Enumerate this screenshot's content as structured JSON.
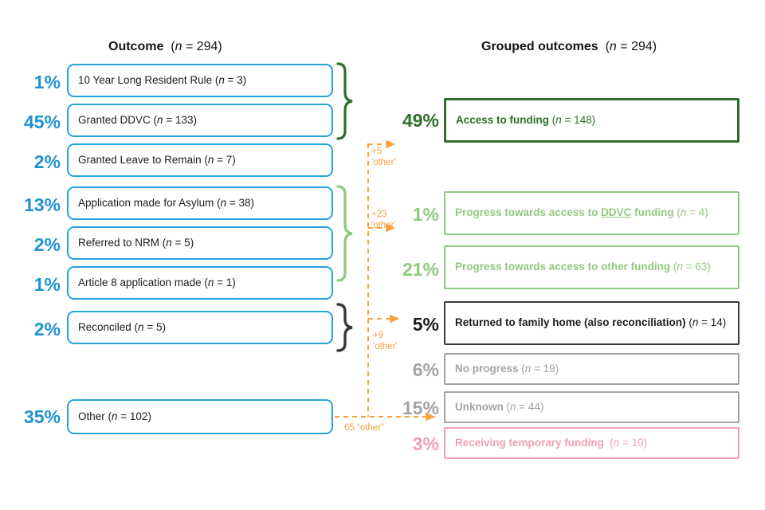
{
  "columns": {
    "left": {
      "title": "Outcome",
      "n_label": "(n = 294)"
    },
    "right": {
      "title": "Grouped outcomes",
      "n_label": "(n = 294)"
    }
  },
  "colors": {
    "outcome_blue": "#27a3dc",
    "dark_green": "#2e6d2a",
    "light_green": "#8fc97f",
    "black": "#3a3a3a",
    "grey": "#a3a3a3",
    "pink": "#eda0b4",
    "orange": "#f9a03f"
  },
  "outcomes": [
    {
      "pct": "1%",
      "label": "10 Year Long Resident Rule",
      "n": "(n = 3)",
      "count": 3,
      "percent": 1
    },
    {
      "pct": "45%",
      "label": "Granted DDVC",
      "n": "(n = 133)",
      "count": 133,
      "percent": 45
    },
    {
      "pct": "2%",
      "label": "Granted Leave to Remain",
      "n": "(n = 7)",
      "count": 7,
      "percent": 2
    },
    {
      "pct": "13%",
      "label": "Application made for Asylum",
      "n": "(n = 38)",
      "count": 38,
      "percent": 13
    },
    {
      "pct": "2%",
      "label": "Referred to NRM",
      "n": "(n = 5)",
      "count": 5,
      "percent": 2
    },
    {
      "pct": "1%",
      "label": "Article 8 application made",
      "n": "(n = 1)",
      "count": 1,
      "percent": 1
    },
    {
      "pct": "2%",
      "label": "Reconciled",
      "n": "(n = 5)",
      "count": 5,
      "percent": 2
    },
    {
      "pct": "35%",
      "label": "Other",
      "n": "(n = 102)",
      "count": 102,
      "percent": 35
    }
  ],
  "grouped": [
    {
      "pct": "49%",
      "label": "Access to funding",
      "n": "(n = 148)",
      "count": 148,
      "percent": 49,
      "theme": "dark-green"
    },
    {
      "pct": "1%",
      "label_pre": "Progress towards access to ",
      "label_underline": "DDVC",
      "label_post": " funding",
      "n": "(n = 4)",
      "count": 4,
      "percent": 1,
      "theme": "light-green"
    },
    {
      "pct": "21%",
      "label": "Progress towards access to other funding",
      "n": "(n = 63)",
      "count": 63,
      "percent": 21,
      "theme": "light-green"
    },
    {
      "pct": "5%",
      "label": "Returned to family home (also reconciliation)",
      "n": "(n = 14)",
      "count": 14,
      "percent": 5,
      "theme": "black"
    },
    {
      "pct": "6%",
      "label": "No progress",
      "n": "(n = 19)",
      "count": 19,
      "percent": 6,
      "theme": "grey"
    },
    {
      "pct": "15%",
      "label": "Unknown",
      "n": "(n = 44)",
      "count": 44,
      "percent": 15,
      "theme": "grey"
    },
    {
      "pct": "3%",
      "label": "Receiving temporary funding",
      "n": "(n = 10)",
      "count": 10,
      "percent": 3,
      "theme": "pink"
    }
  ],
  "annotations": {
    "other_5": {
      "amount": "+5",
      "word": "'other'"
    },
    "other_23": {
      "amount": "+23",
      "word": "'other'"
    },
    "other_9": {
      "amount": "+9",
      "word": "'other'"
    },
    "other_total": "65 “other”"
  },
  "chart_data": {
    "type": "diagram",
    "title": "Outcome to grouped outcomes mapping (n = 294)",
    "total_n": 294,
    "left_column": {
      "title": "Outcome",
      "categories": [
        "10 Year Long Resident Rule",
        "Granted DDVC",
        "Granted Leave to Remain",
        "Application made for Asylum",
        "Referred to NRM",
        "Article 8 application made",
        "Reconciled",
        "Other"
      ],
      "counts": [
        3,
        133,
        7,
        38,
        5,
        1,
        5,
        102
      ],
      "percents": [
        1,
        45,
        2,
        13,
        2,
        1,
        2,
        35
      ]
    },
    "right_column": {
      "title": "Grouped outcomes",
      "categories": [
        "Access to funding",
        "Progress towards access to DDVC funding",
        "Progress towards access to other funding",
        "Returned to family home (also reconciliation)",
        "No progress",
        "Unknown",
        "Receiving temporary funding"
      ],
      "counts": [
        148,
        4,
        63,
        14,
        19,
        44,
        10
      ],
      "percents": [
        49,
        1,
        21,
        5,
        6,
        15,
        3
      ]
    },
    "mappings": [
      {
        "from": [
          "10 Year Long Resident Rule",
          "Granted DDVC",
          "Granted Leave to Remain"
        ],
        "to": "Access to funding",
        "plus_other": 5
      },
      {
        "from": [
          "Application made for Asylum",
          "Referred to NRM",
          "Article 8 application made"
        ],
        "to": "Progress towards access to other funding",
        "plus_other": 23
      },
      {
        "from": [
          "Reconciled"
        ],
        "to": "Returned to family home (also reconciliation)",
        "plus_other": 9
      },
      {
        "from": [
          "Other"
        ],
        "to": "Unknown",
        "plus_other": 65
      }
    ]
  }
}
